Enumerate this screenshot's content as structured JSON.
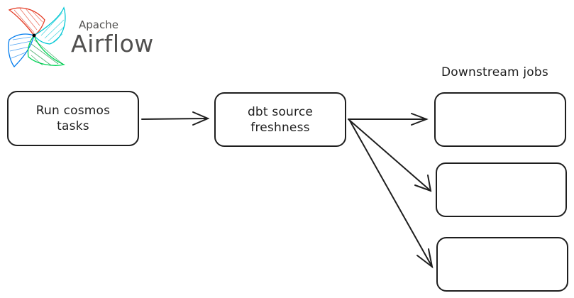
{
  "logo": {
    "line1": "Apache",
    "line2": "Airflow",
    "colors": {
      "red": "#e43921",
      "teal": "#00c7d4",
      "blue": "#017cee",
      "green": "#04d659",
      "text": "#51504f"
    }
  },
  "nodes": {
    "run_cosmos": {
      "label": "Run cosmos\ntasks"
    },
    "dbt_freshness": {
      "label": "dbt source\nfreshness"
    },
    "downstream_1": {
      "label": ""
    },
    "downstream_2": {
      "label": ""
    },
    "downstream_3": {
      "label": ""
    }
  },
  "downstream_heading": "Downstream jobs",
  "edges": [
    {
      "from": "run_cosmos",
      "to": "dbt_freshness"
    },
    {
      "from": "dbt_freshness",
      "to": "downstream_1"
    },
    {
      "from": "dbt_freshness",
      "to": "downstream_2"
    },
    {
      "from": "dbt_freshness",
      "to": "downstream_3"
    }
  ],
  "stroke_color": "#1e1e1e"
}
